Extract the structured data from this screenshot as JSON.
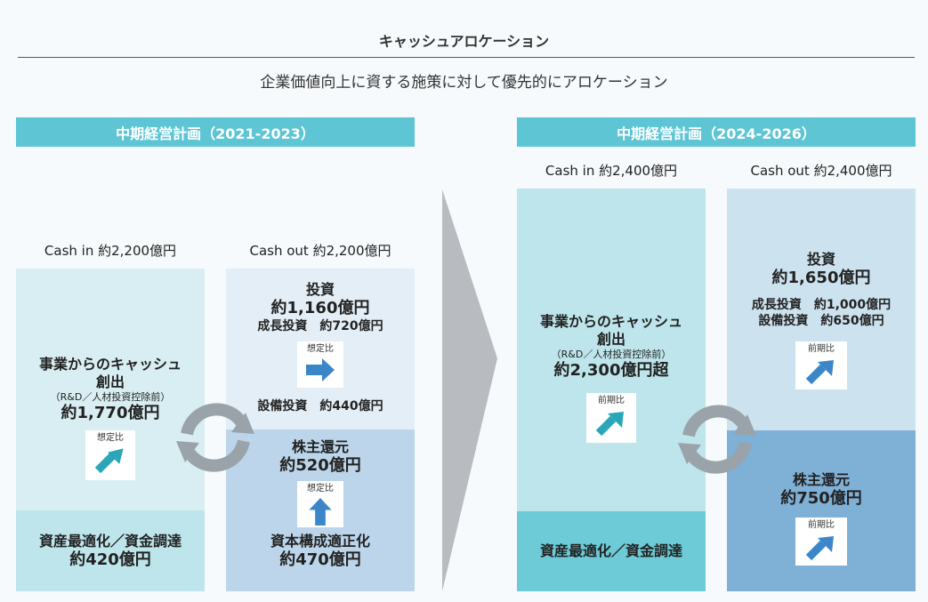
{
  "header": {
    "title": "キャッシュアロケーション",
    "subtitle": "企業価値向上に資する施策に対して優先的にアロケーション"
  },
  "plan_left": {
    "banner": "中期経営計画（2021-2023）",
    "cash_in_label": "Cash in 約2,200億円",
    "cash_out_label": "Cash out 約2,200億円",
    "business": {
      "title_line1": "事業からのキャッシュ",
      "title_line2": "創出",
      "note": "（R&D／人材投資控除前）",
      "value": "約1,770億円",
      "tag": "想定比"
    },
    "asset": {
      "title": "資産最適化／資金調達",
      "value": "約420億円"
    },
    "invest": {
      "title": "投資",
      "value": "約1,160億円",
      "growth": "成長投資　約720億円",
      "tag": "想定比",
      "equipment": "設備投資　約440億円"
    },
    "return": {
      "title": "株主還元",
      "value": "約520億円",
      "tag": "想定比",
      "capital_title": "資本構成適正化",
      "capital_value": "約470億円"
    }
  },
  "plan_right": {
    "banner": "中期経営計画（2024-2026）",
    "cash_in_label": "Cash in 約2,400億円",
    "cash_out_label": "Cash out 約2,400億円",
    "business": {
      "title_line1": "事業からのキャッシュ",
      "title_line2": "創出",
      "note": "（R&D／人材投資控除前）",
      "value": "約2,300億円超",
      "tag": "前期比"
    },
    "asset": {
      "title": "資産最適化／資金調達"
    },
    "invest": {
      "title": "投資",
      "value": "約1,650億円",
      "growth": "成長投資　約1,000億円",
      "equipment": "設備投資　約650億円",
      "tag": "前期比"
    },
    "return": {
      "title": "株主還元",
      "value": "約750億円",
      "tag": "前期比"
    }
  },
  "colors": {
    "banner": "#5dc5d4",
    "cash_in_light": "#d9eef2",
    "cash_in_mid": "#bde5eb",
    "asset_strong": "#6ccbd6",
    "out_light": "#e3eef7",
    "out_mid": "#bcd5ea",
    "out_strong": "#7fb0d6",
    "arrow_teal": "#2aa6b8",
    "arrow_blue": "#3a86c8",
    "cycle_gray": "#9aa3aa",
    "transition_gray": "#b8bcc0"
  }
}
